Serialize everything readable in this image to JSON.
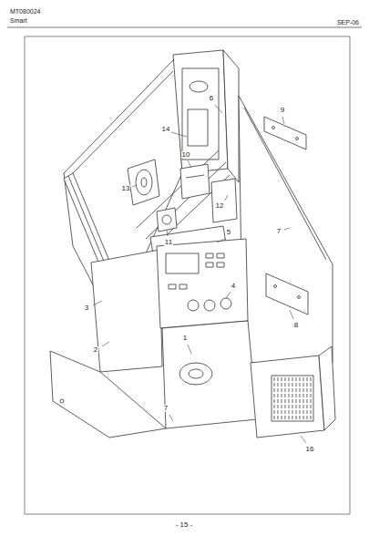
{
  "diagram": {
    "labels": [
      "MT080024",
      "Smart",
      "SEP-06",
      "6",
      "14",
      "9",
      "13",
      "10",
      "12",
      "11",
      "5",
      "4",
      "7",
      "3",
      "2",
      "1",
      "8",
      "7",
      "16",
      "- 15 -"
    ]
  }
}
